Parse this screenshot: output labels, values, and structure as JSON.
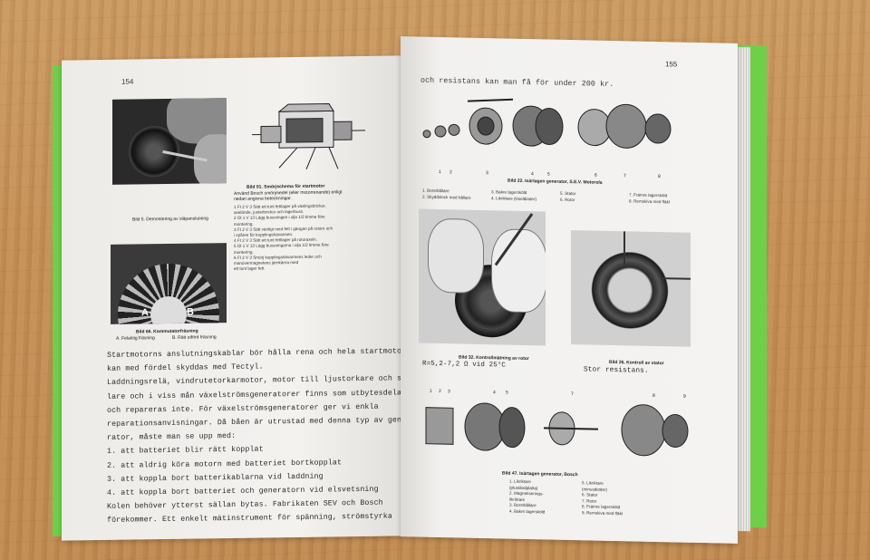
{
  "left_page": {
    "page_number": "154",
    "fig5_caption": "Bild 5.  Demontering av släpanslutning",
    "fig91_title": "Bild 91.  Smörjschema för startmotor",
    "fig91_intro": [
      "Använd Bosch smörjmedel (eller motorrenande) enligt",
      "nedan angivna beteckningar."
    ],
    "fig91_items": [
      "1  Ft 2 V 3     Sätt ett tunt fettlager på växlingsbrickor,",
      "                   axelände, justerbrickor och lagerbuss.",
      "2  Ol 1 V 13   Lägg bussningen i olja 1/2 timme före",
      "                   montering.",
      "3  Ft 2 V 3     Sätt vänligt med fett i gängan på rotorn och",
      "                   i spåren för kopplingshävarmen.",
      "4  Ft 2 V 3     Sätt ett tunt fettlager på rotoraxeln.",
      "5  Ol 1 V 13   Lägg bussningarna i olja 1/2 timme före",
      "                   montering.",
      "6  Ft 2 V 3     Smörj kopplingshävarmens leder och",
      "                   manövermagnetens järnkärna med",
      "                   ett tunt lager fett."
    ],
    "fig66_caption": "Bild 66.  Kommutatorfräsning",
    "fig66_a": "A. Felaktig fräsning",
    "fig66_b": "B. Rätt utförd fräsning",
    "fig66_labels": [
      "A",
      "B"
    ],
    "text_lines": [
      "Startmotorns anslutningskablar bör hålla rena och hela startmotorn",
      "kan med fördel skyddas med Tectyl.",
      "Laddningsrelä, vindrutetorkarmotor, motor till ljustorkare och spo-",
      "lare och i viss mån växelströmsgeneratorer finns som utbytesdelar",
      "och repareras inte. För växelströmsgeneratorer ger vi enkla",
      "reparationsanvisningar. Då båen är utrustad med denna typ av gene-",
      "rator, måste man se upp med:",
      "1. att batteriet blir rätt kopplat",
      "2. att aldrig köra motorn med batteriet bortkopplat",
      "3. att koppla bort batterikablarna vid laddning",
      "4. att koppla bort batteriet och generatorn vid elsvetsning",
      "Kolen behöver ytterst sällan bytas. Fabrikaten SEV och Bosch",
      "förekommer. Ett enkelt mätinstrument för spänning, strömstyrka"
    ]
  },
  "right_page": {
    "page_number": "155",
    "top_line": "och resistans kan man få för under 200 kr.",
    "fig22_title": "Bild 22.  Isärtagen generator, S.E.V. Motorola",
    "fig22_items": [
      "1. Borsthållare",
      "2. Skyddslock med hållare",
      "3. Bakre lagersköld",
      "4. Likriktare (kiseldioder)",
      "5. Stator",
      "6. Rotor",
      "7. Främre lagersköld",
      "8. Remskiva med fläkt"
    ],
    "fig32_caption": "Bild 32.  Kontrollmätning av rotor",
    "fig32_handwritten": "R=5,2-7,2 Ω vid 25°C",
    "fig26_caption": "Bild 26.  Kontroll av stator",
    "fig26_handwritten": "Stor resistans.",
    "fig47_title": "Bild 47.  Isärtagen generator, Bosch",
    "fig47_items": [
      "1. Likriktare",
      "   (plusdiodplatta)",
      "2. Magnetiserings-",
      "   likriktare",
      "3. Borsthållare",
      "4. Bakre lagersköld",
      "5. Likriktare",
      "   (minusdioder)",
      "6. Stator",
      "7. Rotor",
      "8. Främre lagersköld",
      "9. Remskiva med fläkt"
    ]
  }
}
